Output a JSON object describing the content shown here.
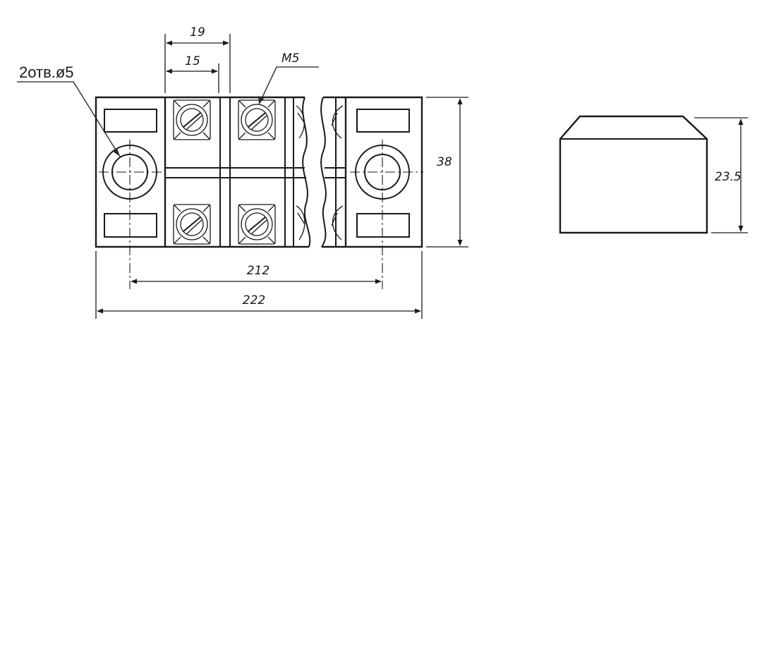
{
  "dimensions": {
    "pitch_outer": "19",
    "pitch_inner": "15",
    "screw_thread": "M5",
    "mount_holes": "2отв.ø5",
    "height": "38",
    "hole_spacing": "212",
    "overall_length": "222",
    "side_height": "23.5"
  }
}
